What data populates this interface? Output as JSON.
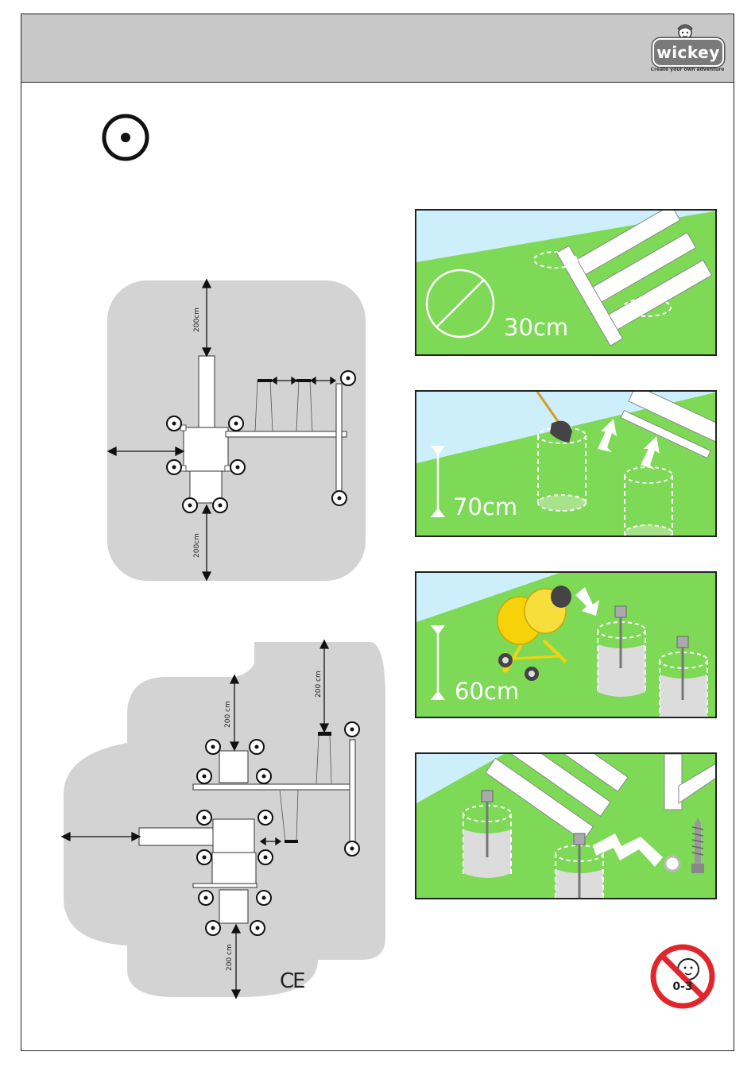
{
  "header": {
    "logo": {
      "brand": "wickey",
      "tagline": "Create your own adventure",
      "icon": "kid-face-icon"
    }
  },
  "anchor_symbol": {
    "icon": "ground-anchor-icon"
  },
  "plan_top": {
    "labels": {
      "top": "200cm",
      "bottom": "200cm"
    }
  },
  "plan_bottom": {
    "labels": {
      "top": "200 cm",
      "right": "200 cm",
      "bottom": "200 cm"
    }
  },
  "steps": [
    {
      "label": "30cm",
      "icon": "diameter-icon"
    },
    {
      "label": "70cm",
      "icon": "shovel-icon"
    },
    {
      "label": "60cm",
      "icon": "cement-mixer-icon"
    },
    {
      "label": "",
      "icon": "screw-washer-icon"
    }
  ],
  "ce_mark": "CE",
  "warning": {
    "text": "0-3",
    "icon": "no-children-under-3-icon"
  },
  "colors": {
    "grass": "#7ed957",
    "sky": "#cdeefb",
    "zone": "#d3d3d3",
    "header": "#c8c8c8",
    "mixer": "#f5d20a",
    "warning_red": "#e0262b"
  }
}
